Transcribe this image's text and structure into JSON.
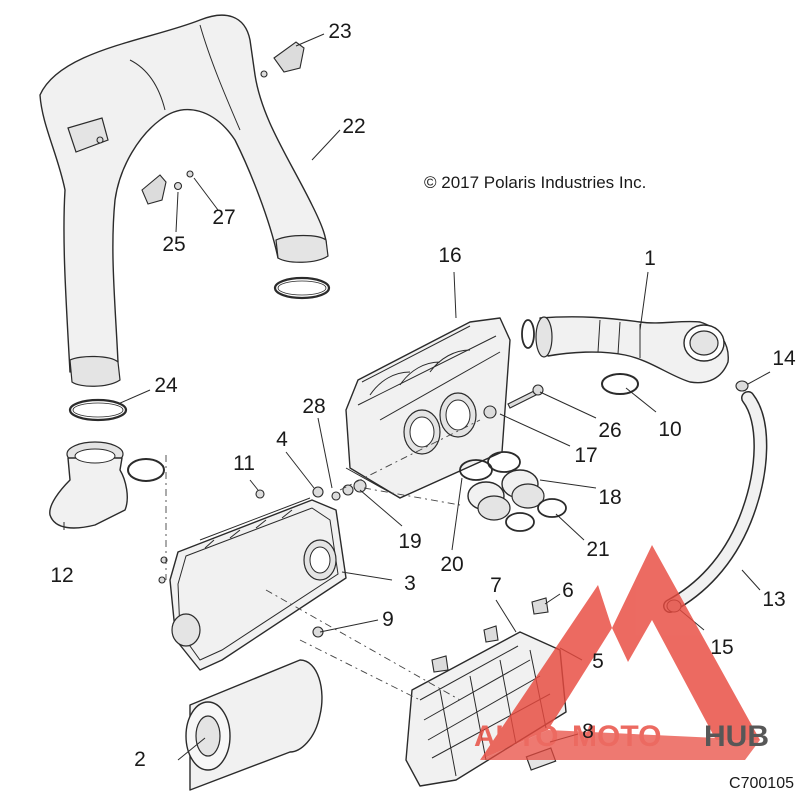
{
  "copyright": "© 2017 Polaris Industries Inc.",
  "drawing_number": "C700105",
  "watermark": {
    "part1": "AUTO",
    "part2": "MOTO",
    "part3": "HUB",
    "color_main": "#e84a3f",
    "color_dark": "#333333"
  },
  "callouts": [
    {
      "id": "c1",
      "label": "1"
    },
    {
      "id": "c2",
      "label": "2"
    },
    {
      "id": "c3",
      "label": "3"
    },
    {
      "id": "c4",
      "label": "4"
    },
    {
      "id": "c5",
      "label": "5"
    },
    {
      "id": "c6",
      "label": "6"
    },
    {
      "id": "c7",
      "label": "7"
    },
    {
      "id": "c8",
      "label": "8"
    },
    {
      "id": "c9",
      "label": "9"
    },
    {
      "id": "c10",
      "label": "10"
    },
    {
      "id": "c11",
      "label": "11"
    },
    {
      "id": "c12",
      "label": "12"
    },
    {
      "id": "c13",
      "label": "13"
    },
    {
      "id": "c14",
      "label": "14"
    },
    {
      "id": "c15",
      "label": "15"
    },
    {
      "id": "c16",
      "label": "16"
    },
    {
      "id": "c17",
      "label": "17"
    },
    {
      "id": "c18",
      "label": "18"
    },
    {
      "id": "c19",
      "label": "19"
    },
    {
      "id": "c20",
      "label": "20"
    },
    {
      "id": "c21",
      "label": "21"
    },
    {
      "id": "c22",
      "label": "22"
    },
    {
      "id": "c23",
      "label": "23"
    },
    {
      "id": "c24",
      "label": "24"
    },
    {
      "id": "c25",
      "label": "25"
    },
    {
      "id": "c26",
      "label": "26"
    },
    {
      "id": "c27",
      "label": "27"
    },
    {
      "id": "c28",
      "label": "28"
    }
  ]
}
